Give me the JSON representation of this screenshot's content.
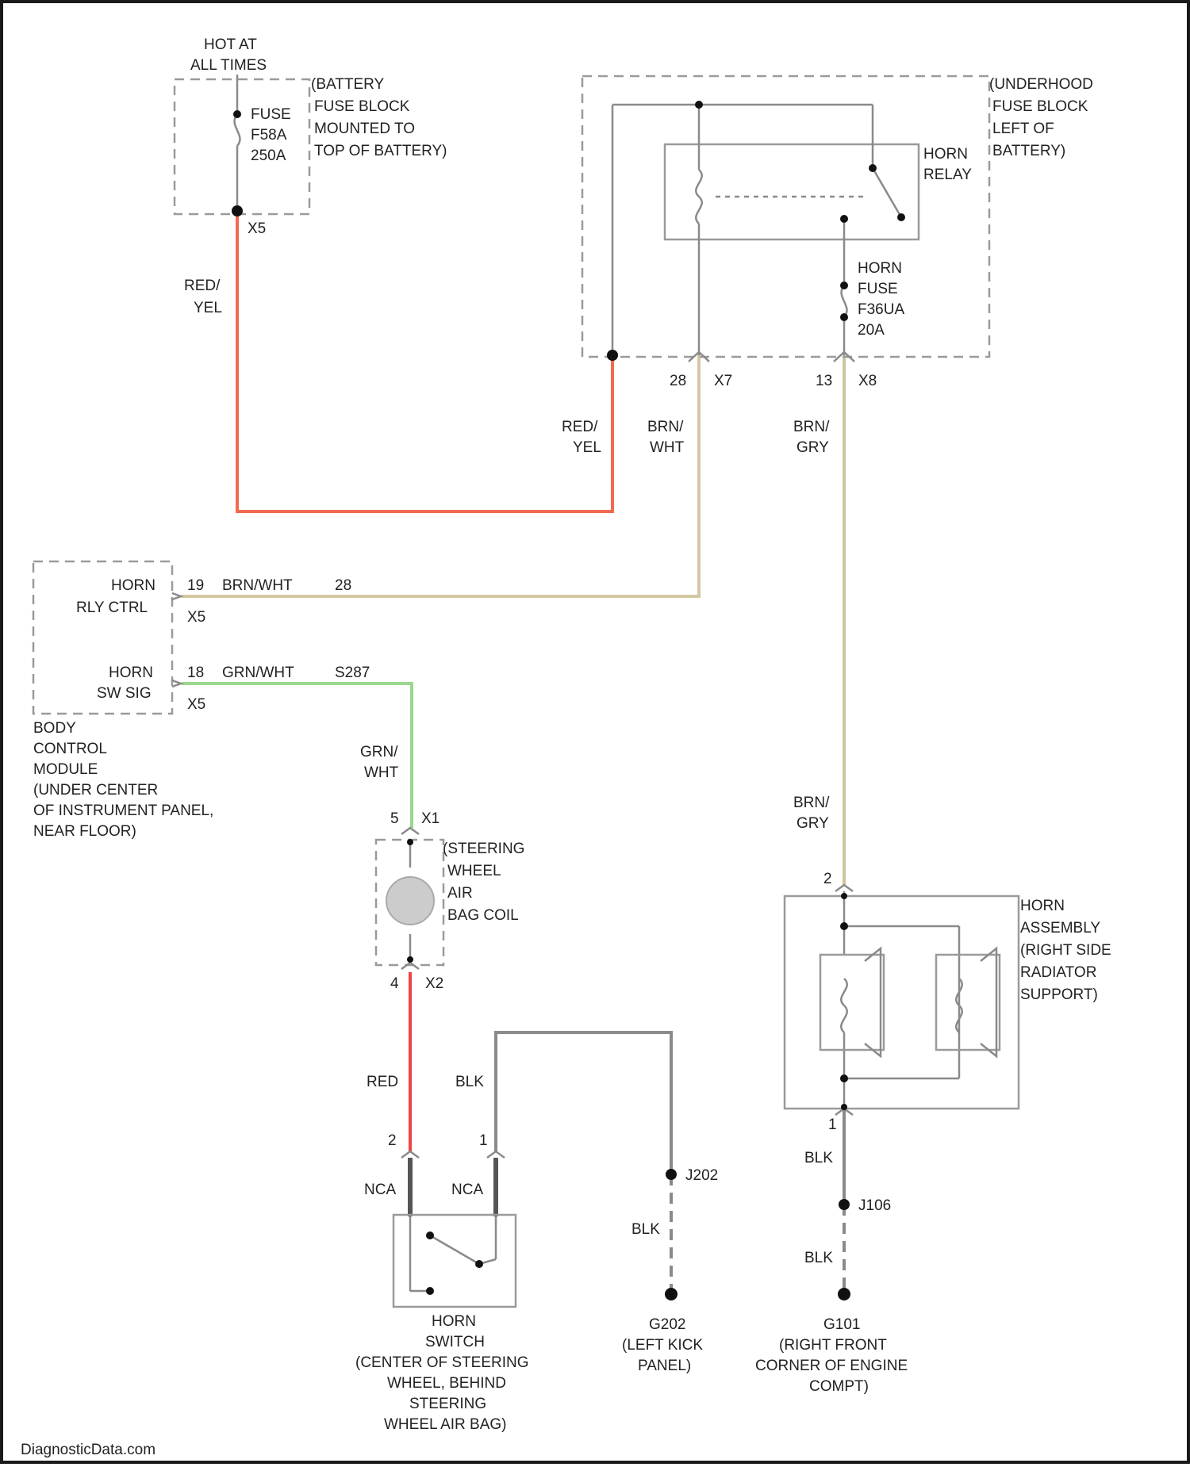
{
  "colors": {
    "red_yel": "#f06a52",
    "brn_wht": "#d4c8a0",
    "brn_gry": "#d0c49a",
    "grn_wht": "#9ad88e",
    "red": "#ee4444",
    "blk": "#8a8a8a"
  },
  "battery_fuse_block": {
    "hot_label": [
      "HOT AT",
      "ALL TIMES"
    ],
    "fuse_label": [
      "FUSE",
      "F58A",
      "250A"
    ],
    "block_label": [
      "(BATTERY",
      "FUSE BLOCK",
      "MOUNTED TO",
      "TOP OF BATTERY)"
    ],
    "pin": "X5"
  },
  "underhood_fuse_block": {
    "block_label": [
      "(UNDERHOOD",
      "FUSE BLOCK",
      "LEFT OF",
      "BATTERY)"
    ],
    "relay_label": [
      "HORN",
      "RELAY"
    ],
    "fuse_label": [
      "HORN",
      "FUSE",
      "F36UA",
      "20A"
    ],
    "pin_relay": "28",
    "conn_relay": "X7",
    "pin_fuse": "13",
    "conn_fuse": "X8"
  },
  "wires": {
    "red_yel": [
      "RED/",
      "YEL"
    ],
    "brn_wht": [
      "BRN/",
      "WHT"
    ],
    "brn_gry": [
      "BRN/",
      "GRY"
    ],
    "grn_wht": [
      "GRN/",
      "WHT"
    ],
    "red": "RED",
    "blk": "BLK",
    "nca": "NCA"
  },
  "bcm": {
    "horn_rly_ctrl": [
      "HORN",
      "RLY CTRL"
    ],
    "horn_sw_sig": [
      "HORN",
      "SW SIG"
    ],
    "pin_ctrl": "19",
    "wire_ctrl": "BRN/WHT",
    "ref_ctrl": "28",
    "conn_ctrl": "X5",
    "pin_sig": "18",
    "wire_sig": "GRN/WHT",
    "ref_sig": "S287",
    "conn_sig": "X5",
    "label": [
      "BODY",
      "CONTROL",
      "MODULE",
      "(UNDER CENTER",
      "OF INSTRUMENT PANEL,",
      "NEAR FLOOR)"
    ]
  },
  "coil": {
    "pin_top": "5",
    "conn_top": "X1",
    "pin_bottom": "4",
    "conn_bottom": "X2",
    "label": [
      "(STEERING",
      "WHEEL",
      "AIR",
      "BAG COIL"
    ]
  },
  "horn_assembly": {
    "pin_top": "2",
    "pin_bottom": "1",
    "label": [
      "HORN",
      "ASSEMBLY",
      "(RIGHT SIDE",
      "RADIATOR",
      "SUPPORT)"
    ]
  },
  "horn_switch": {
    "pin_left": "2",
    "pin_right": "1",
    "label": [
      "HORN",
      "SWITCH",
      "(CENTER OF STEERING",
      "WHEEL, BEHIND",
      "STEERING",
      "WHEEL AIR BAG)"
    ]
  },
  "splices": {
    "left": "J202",
    "right": "J106"
  },
  "grounds": {
    "left_name": "G202",
    "left_loc": [
      "(LEFT KICK",
      "PANEL)"
    ],
    "right_name": "G101",
    "right_loc": [
      "(RIGHT FRONT",
      "CORNER OF ENGINE",
      "COMPT)"
    ]
  },
  "footer": "DiagnosticData.com"
}
